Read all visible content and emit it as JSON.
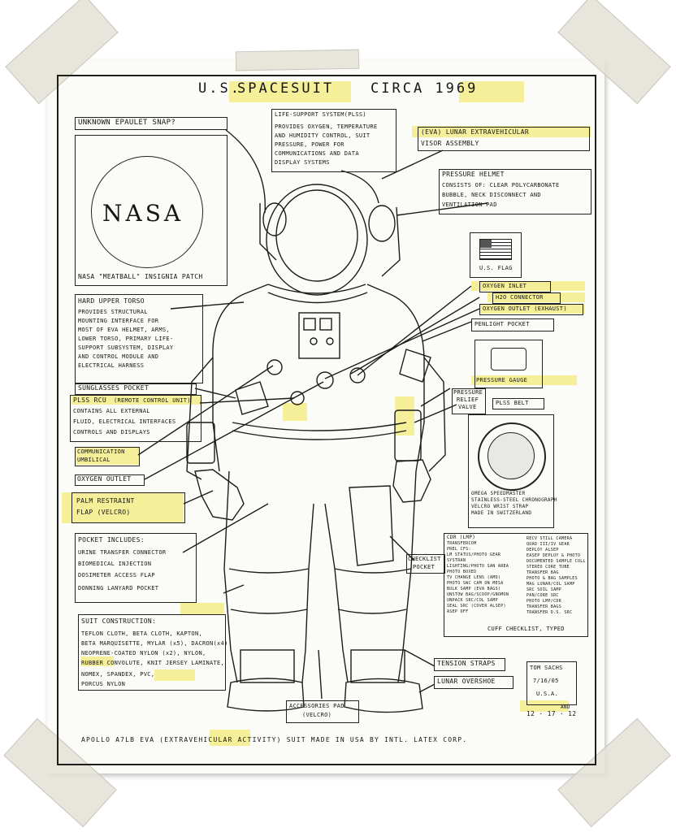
{
  "title": {
    "us": "U.S.",
    "spacesuit": "SPACESUIT",
    "circa": "CIRCA 1969"
  },
  "left": {
    "epaulet": "UNKNOWN EPAULET SNAP?",
    "nasa_logo": "NASA",
    "patch": "NASA \"MEATBALL\" INSIGNIA PATCH",
    "torso_title": "HARD UPPER TORSO",
    "torso_lines": [
      "PROVIDES STRUCTURAL",
      "MOUNTING INTERFACE FOR",
      "MOST OF EVA HELMET, ARMS,",
      "LOWER TORSO, PRIMARY LIFE-",
      "SUPPORT SUBSYSTEM, DISPLAY",
      "AND CONTROL MODULE AND",
      "ELECTRICAL HARNESS"
    ],
    "sunglasses": "SUNGLASSES POCKET",
    "plss_rcu": "PLSS RCU",
    "plss_rcu_note": "(REMOTE CONTROL UNIT)",
    "plss_lines": [
      "CONTAINS ALL EXTERNAL",
      "FLUID, ELECTRICAL INTERFACES",
      "CONTROLS AND DISPLAYS"
    ],
    "comm": [
      "COMMUNICATION",
      "UMBILICAL"
    ],
    "oxygen_outlet": "OXYGEN OUTLET",
    "palm": [
      "PALM RESTRAINT",
      "FLAP (VELCRO)"
    ],
    "pocket_title": "POCKET INCLUDES:",
    "pocket_lines": [
      "URINE TRANSFER CONNECTOR",
      "BIOMEDICAL INJECTION",
      "DOSIMETER ACCESS FLAP",
      "DONNING LANYARD POCKET"
    ],
    "construction_title": "SUIT CONSTRUCTION:",
    "construction_lines": [
      "TEFLON CLOTH, BETA CLOTH, KAPTON,",
      "BETA MARQUISETTE, MYLAR (x5), DACRON(x4)",
      "NEOPRENE-COATED NYLON (x2), NYLON,",
      "RUBBER CONVOLUTE, KNIT JERSEY LAMINATE,",
      "NOMEX, SPANDEX, PVC,",
      "PORCUS NYLON"
    ]
  },
  "center": {
    "lss_title": "LIFE-SUPPORT SYSTEM(PLSS)",
    "lss_lines": [
      "PROVIDES OXYGEN, TEMPERATURE",
      "AND HUMIDITY CONTROL, SUIT",
      "PRESSURE, POWER FOR",
      "COMMUNICATIONS AND DATA",
      "DISPLAY SYSTEMS"
    ],
    "checklist_pocket": [
      "CHECKLIST",
      "POCKET"
    ],
    "accessories": [
      "ACCESSORIES PAD",
      "(VELCRO)"
    ]
  },
  "right": {
    "eva_visor": [
      "(EVA) LUNAR EXTRAVEHICULAR",
      "VISOR ASSEMBLY"
    ],
    "helmet_title": "PRESSURE HELMET",
    "helmet_lines": [
      "CONSISTS OF: CLEAR POLYCARBONATE",
      "BUBBLE, NECK DISCONNECT AND",
      "VENTILATION PAD"
    ],
    "flag": "U.S. FLAG",
    "oxygen_inlet": "OXYGEN INLET",
    "h2o": "H2O CONNECTOR",
    "oxygen_outlet": "OXYGEN OUTLET (EXHAUST)",
    "penlight": "PENLIGHT POCKET",
    "gauge": "PRESSURE GAUGE",
    "relief": [
      "PRESSURE",
      "RELIEF",
      "VALVE"
    ],
    "plss_belt": "PLSS BELT",
    "watch_lines": [
      "OMEGA SPEEDMASTER",
      "STAINLESS-STEEL CHRONOGRAPH",
      "VELCRO WRIST STRAP",
      "MADE IN SWITZERLAND"
    ],
    "cdr_title": "CDR (LMP)",
    "cdr_left": [
      "TRANSFERCOM",
      "PREL CFS:",
      "LM STATUS/PHOTO GEAR",
      "SYSTRAN",
      "LIGHTING/PHOTO SAN AREA",
      "PHOTO BOXED",
      "TV CHANGE LENS (AMD)",
      "PHOTO SWC CAM ON MESA",
      "BULK SAMP (EVA BAGS)",
      "UNSTOW BAG/SCOOP/GNOMON",
      "UNPACK SRC/COL SAMP",
      "SEAL SRC (COVER ALSEP)",
      "ASEP OFF"
    ],
    "cdr_right": [
      "RECV STILL CAMERA",
      "QUAD III/IV GEAR",
      "DEPLOY ALSEP",
      "EASEP DEPLOY & PHOTO",
      "DOCUMENTED SAMPLE COLL",
      "STEREO CORE TUBE",
      "TRANSFER BAG",
      "PHOTO & BAG SAMPLES",
      "MAG LUNAR/COL SAMP",
      "SRC SOIL SAMP",
      "PAN/CORE SRC",
      "PHOTO LMP/CDR",
      "TRANSFER BAGS",
      "TRANSFER D.S. SRC"
    ],
    "cuff": "CUFF CHECKLIST, TYPED",
    "tension": "TENSION STRAPS",
    "overshoe": "LUNAR OVERSHOE",
    "sig_lines": [
      "TOM SACHS",
      "7/16/05",
      "U.S.A."
    ],
    "sig_and": "AND",
    "sig_date": "12 · 17 · 12"
  },
  "footer": "APOLLO A7LB EVA (EXTRAVEHICULAR ACTIVITY) SUIT MADE IN USA BY INTL. LATEX CORP."
}
